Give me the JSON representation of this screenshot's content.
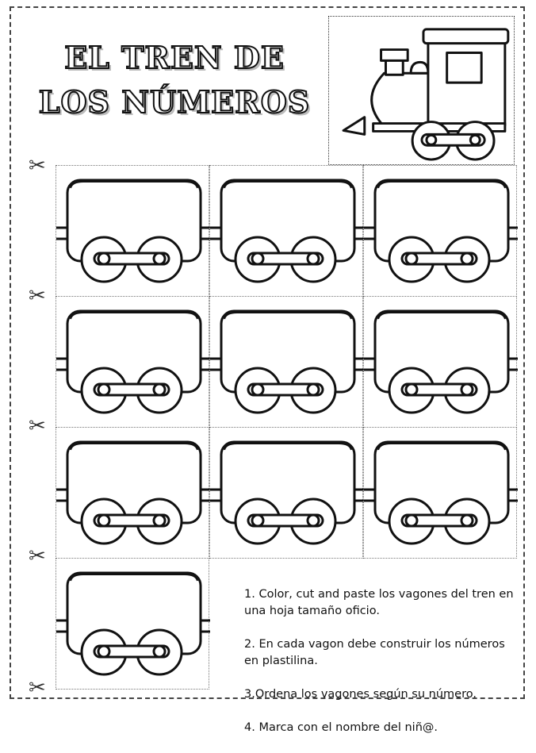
{
  "title": {
    "line1": "EL TREN DE",
    "line2": "LOS NÚMEROS"
  },
  "icons": {
    "scissors": "scissors-icon",
    "engine": "train-engine-icon",
    "wagon": "train-wagon-icon"
  },
  "instructions": [
    "1. Color, cut and paste los vagones del tren en una hoja tamaño oficio.",
    "2. En cada vagon debe construir los números en plastilina.",
    "3.Ordena los vagones según su número.",
    "4. Marca con el nombre del niñ@."
  ],
  "colors": {
    "ink": "#111111",
    "paper": "#ffffff"
  }
}
